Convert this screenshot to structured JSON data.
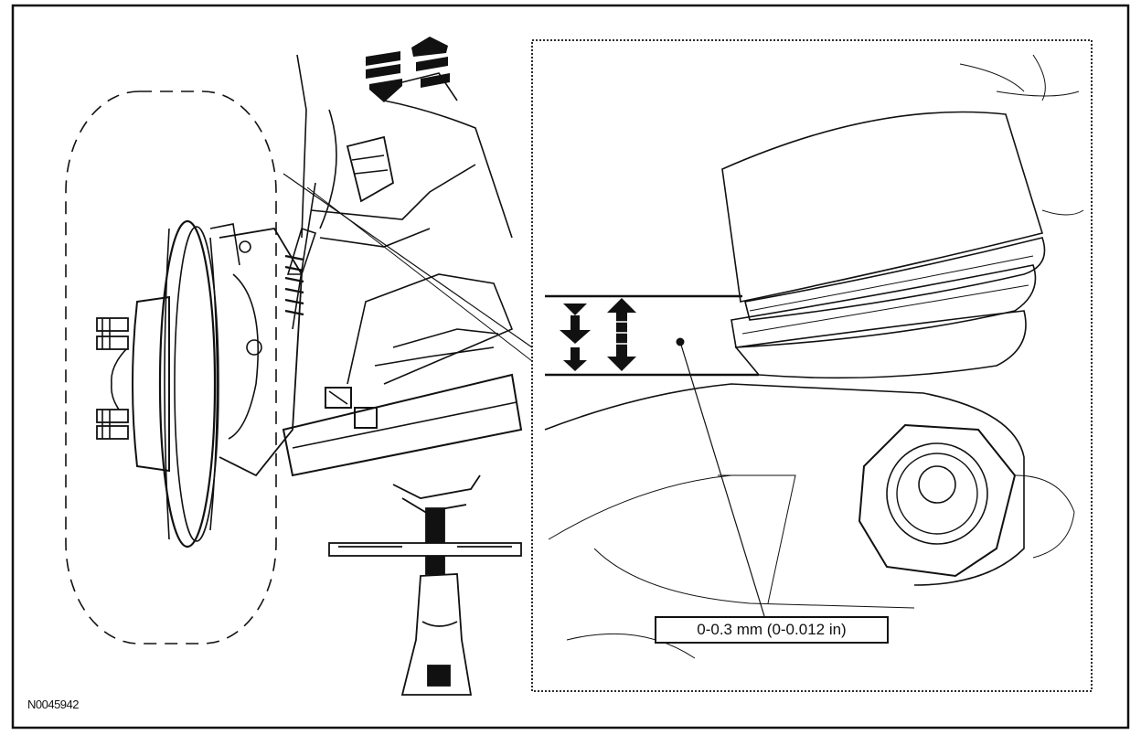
{
  "figure": {
    "callout_label": "0-0.3 mm (0-0.012 in)",
    "figure_code": "N0045942"
  },
  "colors": {
    "ink": "#111111",
    "background": "#ffffff"
  },
  "icons": [
    "wheel-hub-assembly",
    "ball-joint",
    "dial-indicator-arrows",
    "jack-stand",
    "lower-control-arm"
  ]
}
